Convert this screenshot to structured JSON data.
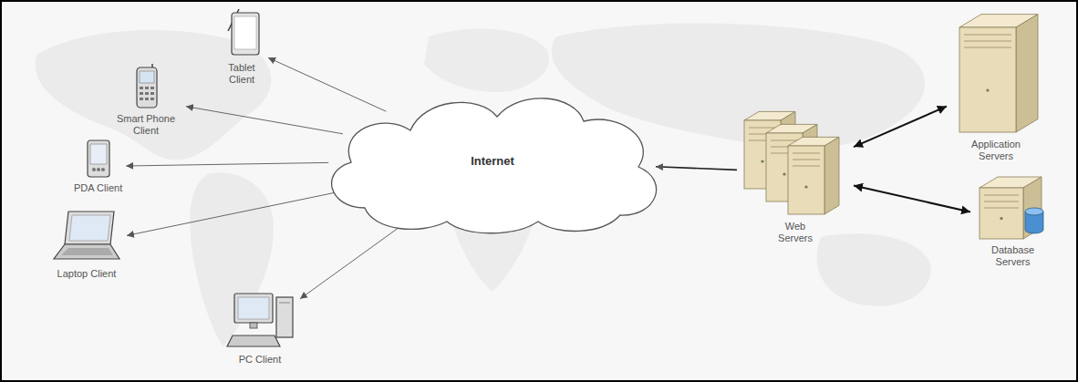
{
  "diagram": {
    "nodes": [
      {
        "text": [
          "Tablet Client"
        ]
      },
      {
        "text": [
          "Smart Phone Client"
        ]
      },
      {
        "text": [
          "PDA Client"
        ]
      },
      {
        "text": [
          "Laptop Client"
        ]
      },
      {
        "text": [
          "PC Client"
        ]
      },
      {
        "text": [
          "Internet"
        ]
      },
      {
        "text": [
          "Web Servers"
        ]
      },
      {
        "text": [
          "Application Servers"
        ]
      },
      {
        "text": [
          "Database Servers"
        ]
      }
    ],
    "edges": [
      {
        "from": 5,
        "to": 0,
        "arrow": "to"
      },
      {
        "from": 5,
        "to": 1,
        "arrow": "to"
      },
      {
        "from": 5,
        "to": 2,
        "arrow": "to"
      },
      {
        "from": 5,
        "to": 3,
        "arrow": "to"
      },
      {
        "from": 5,
        "to": 4,
        "arrow": "to"
      },
      {
        "from": 6,
        "to": 5,
        "arrow": "to"
      },
      {
        "from": 6,
        "to": 7,
        "arrow": "both"
      },
      {
        "from": 6,
        "to": 8,
        "arrow": "both"
      }
    ]
  }
}
